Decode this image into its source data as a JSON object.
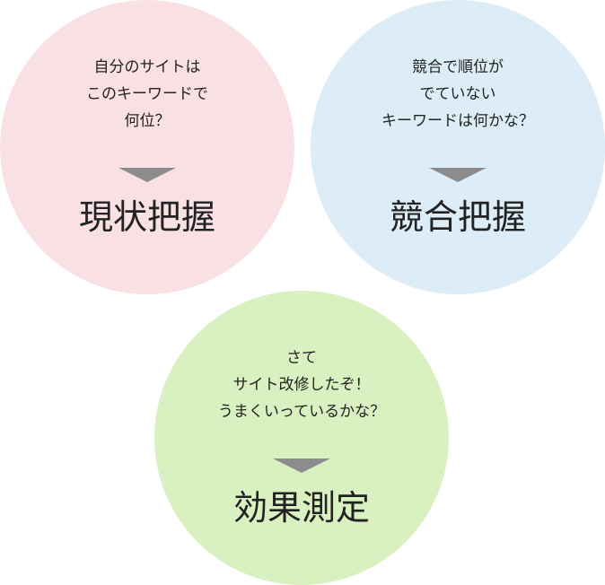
{
  "colors": {
    "pink": "#f9e0e4",
    "blue": "#dcedf8",
    "green": "#d9f0c0",
    "arrow": "#8c8c8c"
  },
  "circles": [
    {
      "question": [
        "自分のサイトは",
        "このキーワードで",
        "何位？"
      ],
      "title": "現状把握"
    },
    {
      "question": [
        "競合で順位が",
        "でていない",
        "キーワードは何かな？"
      ],
      "title": "競合把握"
    },
    {
      "question": [
        "さて",
        "サイト改修したぞ！",
        "うまくいっているかな？"
      ],
      "title": "効果測定"
    }
  ]
}
